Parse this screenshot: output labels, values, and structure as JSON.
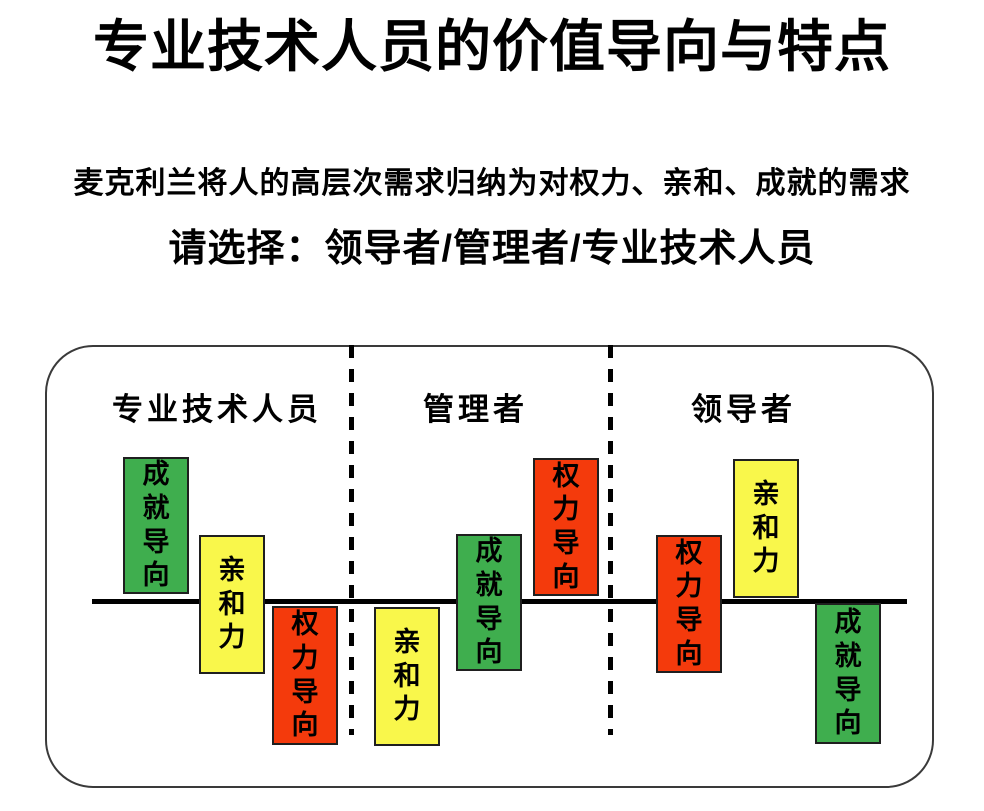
{
  "slide": {
    "title": "专业技术人员的价值导向与特点",
    "intro": "麦克利兰将人的高层次需求归纳为对权力、亲和、成就的需求",
    "prompt": "请选择：领导者/管理者/专业技术人员"
  },
  "colors": {
    "achievement": "#3fae4e",
    "affinity": "#f9f74b",
    "power": "#f43a0c",
    "line": "#000000"
  },
  "diagram": {
    "baseline": "horizontal axis, bars above = stronger need, below = weaker need",
    "groups": [
      {
        "label": "专业技术人员",
        "bars": [
          {
            "label": "成就导向",
            "trait": "achievement",
            "level": "above"
          },
          {
            "label": "亲和力",
            "trait": "affinity",
            "level": "straddle"
          },
          {
            "label": "权力导向",
            "trait": "power",
            "level": "below"
          }
        ]
      },
      {
        "label": "管理者",
        "bars": [
          {
            "label": "亲和力",
            "trait": "affinity",
            "level": "below"
          },
          {
            "label": "成就导向",
            "trait": "achievement",
            "level": "straddle"
          },
          {
            "label": "权力导向",
            "trait": "power",
            "level": "above"
          }
        ]
      },
      {
        "label": "领导者",
        "bars": [
          {
            "label": "权力导向",
            "trait": "power",
            "level": "straddle"
          },
          {
            "label": "亲和力",
            "trait": "affinity",
            "level": "above"
          },
          {
            "label": "成就导向",
            "trait": "achievement",
            "level": "below"
          }
        ]
      }
    ]
  }
}
